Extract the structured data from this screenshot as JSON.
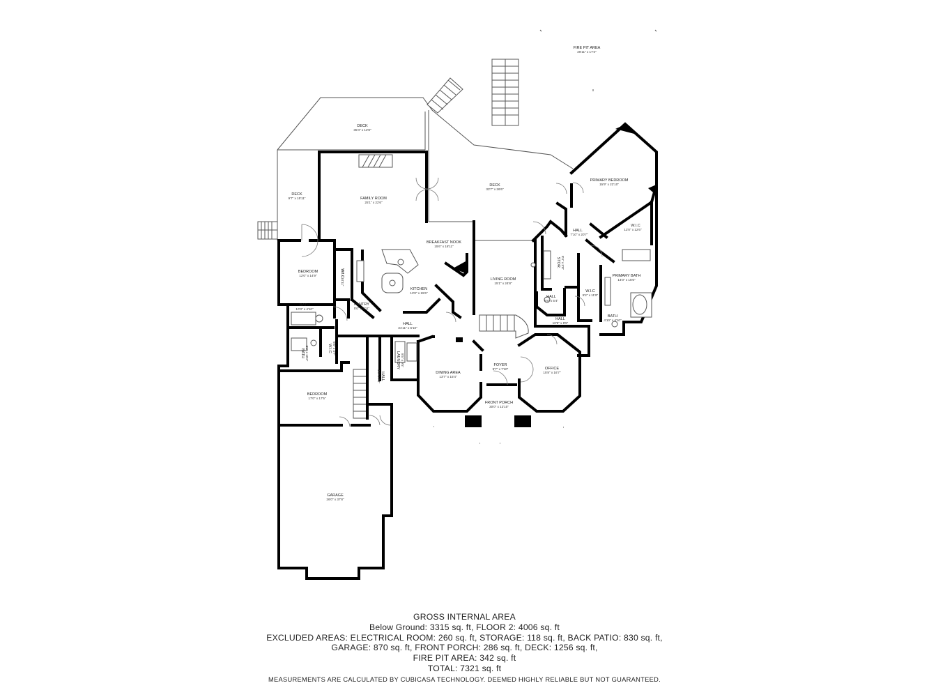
{
  "rooms": [
    {
      "name": "FIRE PIT AREA",
      "dims": "26'11\" x 17'4\""
    },
    {
      "name": "DECK",
      "dims": "35'4\" x 12'8\""
    },
    {
      "name": "DECK",
      "dims": "9'7\" x 15'11\""
    },
    {
      "name": "FAMILY ROOM",
      "dims": "25'1\" x 22'6\""
    },
    {
      "name": "DECK",
      "dims": "33'7\" x 26'6\""
    },
    {
      "name": "PRIMARY BEDROOM",
      "dims": "15'9\" x 22'10\""
    },
    {
      "name": "W.I.C",
      "dims": "12'0\" x 12'6\""
    },
    {
      "name": "HALL",
      "dims": "7'10\" x 20'7\""
    },
    {
      "name": "BREAKFAST NOOK",
      "dims": "15'6\" x 18'11\""
    },
    {
      "name": "BEDROOM",
      "dims": "12'0\" x 14'9\""
    },
    {
      "name": "W.I.C",
      "dims": "4'8\" x 10'11\""
    },
    {
      "name": "LIVING ROOM",
      "dims": "15'1\" x 24'8\""
    },
    {
      "name": "KITCHEN",
      "dims": "13'0\" x 15'6\""
    },
    {
      "name": "PANTRY",
      "dims": "5'0\" x 2'11\""
    },
    {
      "name": "BATH",
      "dims": "10'3\" x 4'10\""
    },
    {
      "name": "HALL",
      "dims": "31'11\" x 6'10\""
    },
    {
      "name": "W.I.C",
      "dims": "5'2\" x 11'9\""
    },
    {
      "name": "PRIMARY BATH",
      "dims": "14'0\" x 15'6\""
    },
    {
      "name": "HALL",
      "dims": "5'8\" x 5'4\""
    },
    {
      "name": "STOR.",
      "dims": "8'4\" x 3'0\""
    },
    {
      "name": "BATH",
      "dims": "4'10\" x 4'10\""
    },
    {
      "name": "HALL",
      "dims": "10'9\" x 8'5\""
    },
    {
      "name": "BATH",
      "dims": "8'0\" x 10'2\""
    },
    {
      "name": "W.I.C",
      "dims": "5'6\" x 4'7\""
    },
    {
      "name": "LAUNDRY",
      "dims": "8'5\" x 9'5\""
    },
    {
      "name": "HALL",
      "dims": "4'6\" x 7'4\""
    },
    {
      "name": "FOYER",
      "dims": "9'7\" x 7'10\""
    },
    {
      "name": "DINING AREA",
      "dims": "13'7\" x 15'4\""
    },
    {
      "name": "OFFICE",
      "dims": "15'8\" x 16'7\""
    },
    {
      "name": "BEDROOM",
      "dims": "17'0\" x 17'5\""
    },
    {
      "name": "FRONT PORCH",
      "dims": "30'0\" x 12'10\""
    },
    {
      "name": "GARAGE",
      "dims": "26'0\" x 37'8\""
    }
  ],
  "summary": {
    "heading": "GROSS INTERNAL AREA",
    "line1": "Below Ground: 3315 sq. ft, FLOOR 2: 4006 sq. ft",
    "line2": "EXCLUDED AREAS: ELECTRICAL ROOM: 260 sq. ft, STORAGE: 118 sq. ft, BACK PATIO: 830 sq. ft,",
    "line3": "GARAGE: 870 sq. ft, FRONT PORCH: 286 sq. ft, DECK: 1256 sq. ft,",
    "line4": "FIRE PIT AREA: 342 sq. ft",
    "total": "TOTAL: 7321 sq. ft",
    "disclaimer": "MEASUREMENTS ARE CALCULATED BY CUBICASA TECHNOLOGY. DEEMED HIGHLY RELIABLE BUT NOT GUARANTEED."
  }
}
